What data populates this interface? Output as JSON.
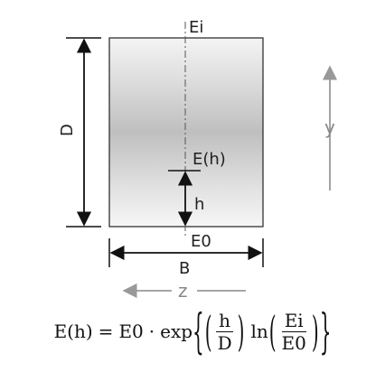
{
  "labels": {
    "top_point": "Ei",
    "mid_point": "E(h)",
    "bottom_point": "E0",
    "depth": "D",
    "height": "h",
    "width": "B",
    "axis_y": "y",
    "axis_z": "z"
  },
  "formula": {
    "lhs": "E(h)",
    "eq": "=",
    "base": "E0",
    "dot": "·",
    "func": "exp",
    "ratio1_num": "h",
    "ratio1_den": "D",
    "ln": "ln",
    "ratio2_num": "Ei",
    "ratio2_den": "E0"
  }
}
